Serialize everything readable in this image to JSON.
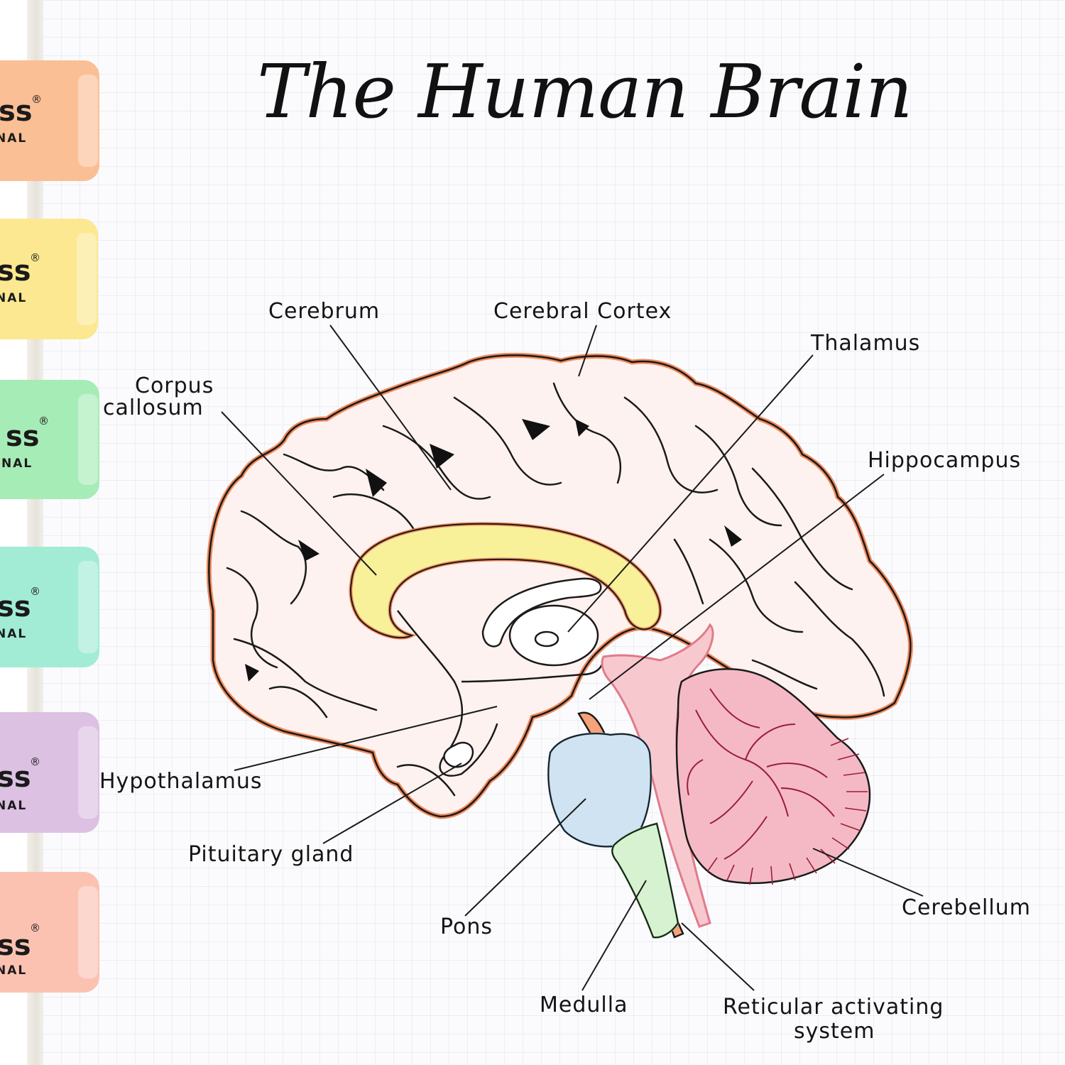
{
  "title": "The Human Brain",
  "labels": {
    "cerebrum": "Cerebrum",
    "cerebral_cortex": "Cerebral Cortex",
    "thalamus": "Thalamus",
    "corpus_callosum_line1": "Corpus",
    "corpus_callosum_line2": "callosum",
    "hippocampus": "Hippocampus",
    "hypothalamus": "Hypothalamus",
    "pituitary_gland": "Pituitary gland",
    "pons": "Pons",
    "cerebellum": "Cerebellum",
    "medulla": "Medulla",
    "reticular_line1": "Reticular activating",
    "reticular_line2": "system"
  },
  "highlighters": [
    {
      "brand_text": "ss",
      "sub_text": "NAL",
      "color": "#fbbf95"
    },
    {
      "brand_text": "ss",
      "sub_text": "NAL",
      "color": "#fbe891"
    },
    {
      "brand_text": "ss",
      "sub_text": "NAL",
      "color": "#a6ecb6"
    },
    {
      "brand_text": "ss",
      "sub_text": "NAL",
      "color": "#a2ecd6"
    },
    {
      "brand_text": "ss",
      "sub_text": "NAL",
      "color": "#dcc1e3"
    },
    {
      "brand_text": "ss",
      "sub_text": "NAL",
      "color": "#fbc2b2"
    }
  ],
  "colors": {
    "brain_outline": "#f08a5d",
    "corpus_callosum": "#f8f19a",
    "cerebellum": "#f5b9c6",
    "pons": "#cfe3f2",
    "medulla": "#d6f2d0",
    "brainstem_pink": "#f7c9cf",
    "reticular": "#f6a27a"
  }
}
